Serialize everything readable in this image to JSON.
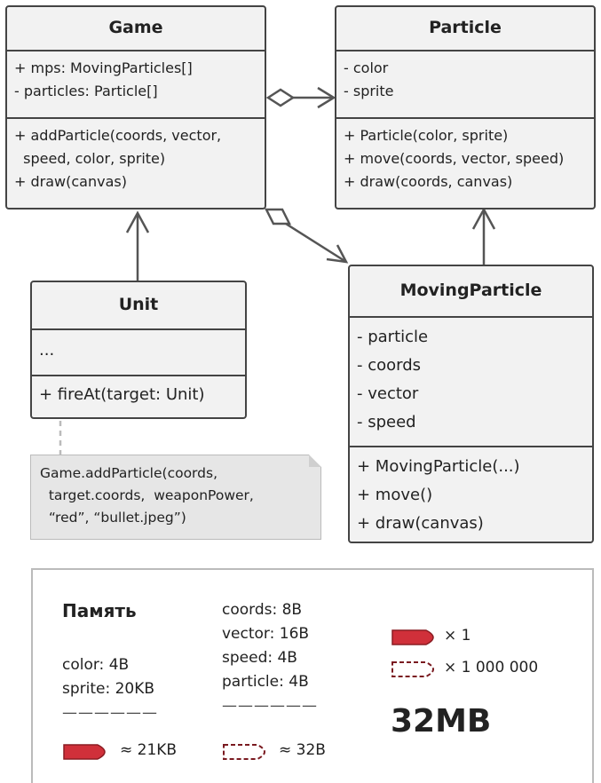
{
  "classes": {
    "game": {
      "name": "Game",
      "fields": [
        "+ mps: MovingParticles[]",
        "- particles: Particle[]"
      ],
      "methods": [
        "+ addParticle(coords, vector,",
        "  speed, color, sprite)",
        "+ draw(canvas)"
      ]
    },
    "particle": {
      "name": "Particle",
      "fields": [
        "- color",
        "- sprite"
      ],
      "methods": [
        "+ Particle(color, sprite)",
        "+ move(coords, vector, speed)",
        "+ draw(coords, canvas)"
      ]
    },
    "unit": {
      "name": "Unit",
      "fields": [
        "..."
      ],
      "methods": [
        "+ fireAt(target: Unit)"
      ]
    },
    "moving_particle": {
      "name": "MovingParticle",
      "fields": [
        "- particle",
        "- coords",
        "- vector",
        "- speed"
      ],
      "methods": [
        "+ MovingParticle(...)",
        "+ move()",
        "+ draw(canvas)"
      ]
    }
  },
  "note": {
    "lines": [
      "Game.addParticle(coords,",
      "  target.coords,  weaponPower,",
      "  “red”, “bullet.jpeg”)"
    ]
  },
  "memory": {
    "title": "Память",
    "intrinsic": [
      "color: 4B",
      "sprite: 20KB"
    ],
    "extrinsic": [
      "coords: 8B",
      "vector: 16B",
      "speed: 4B",
      "particle: 4B"
    ],
    "separator": "——————",
    "intrinsic_total": "≈ 21KB",
    "extrinsic_total": "≈ 32B",
    "bullet_count": "× 1",
    "context_count": "× 1 000 000",
    "total": "32MB"
  },
  "colors": {
    "bullet_fill": "#d0303a",
    "bullet_stroke": "#8a1c22",
    "dashed_stroke": "#7a1a20",
    "box_fill": "#f2f2f2",
    "border": "#444444"
  }
}
